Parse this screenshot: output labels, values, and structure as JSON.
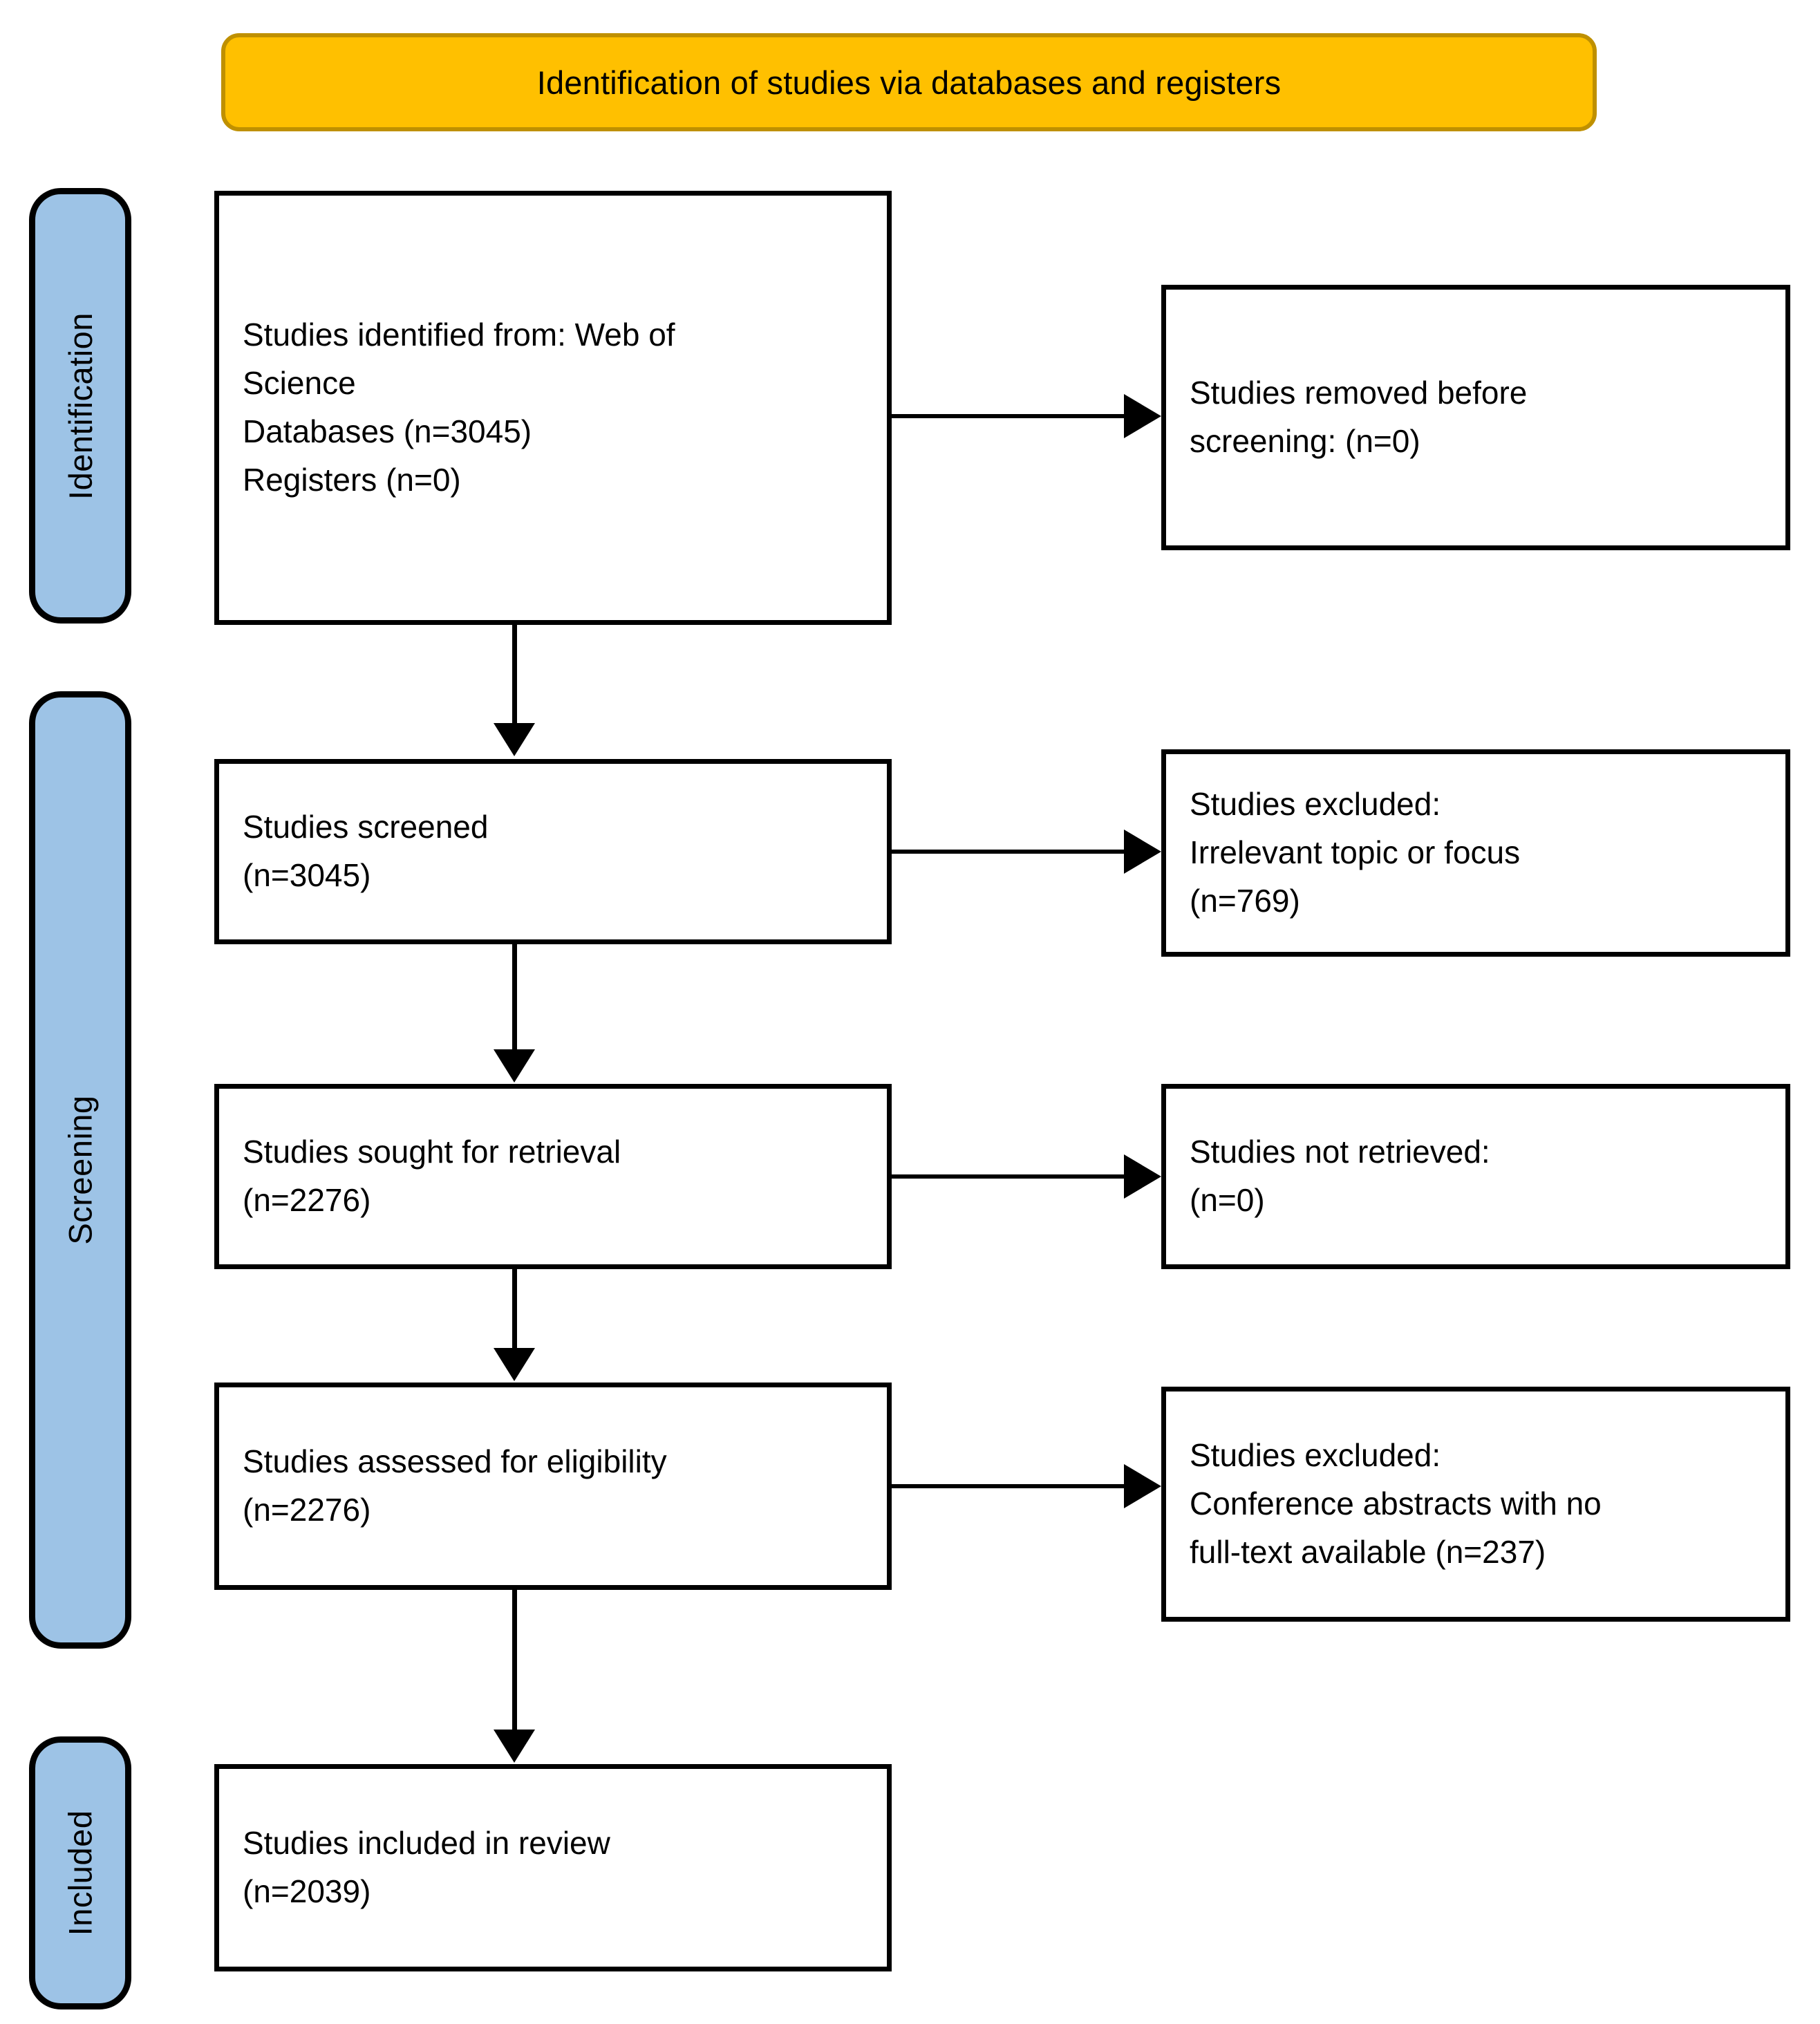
{
  "diagram": {
    "type": "prisma-flow-diagram",
    "banner": {
      "title": "Identification of studies via databases and registers",
      "fill_color": "#FFC000",
      "border_color": "#BF9000"
    },
    "stage_labels": {
      "identification": "Identification",
      "screening": "Screening",
      "included": "Included",
      "fill_color": "#9DC3E6",
      "border_color": "#000000"
    },
    "boxes": {
      "identified": {
        "lines": [
          "Studies identified from: Web of",
          "Science",
          "Databases (n=3045)",
          "Registers (n=0)"
        ]
      },
      "removed": {
        "lines": [
          "Studies removed before",
          "screening: (n=0)"
        ]
      },
      "screened": {
        "lines": [
          "Studies screened",
          "(n=3045)"
        ]
      },
      "excluded_topic": {
        "lines": [
          "Studies excluded:",
          "Irrelevant topic or focus",
          "(n=769)"
        ]
      },
      "sought": {
        "lines": [
          "Studies sought for retrieval",
          "(n=2276)"
        ]
      },
      "not_retrieved": {
        "lines": [
          "Studies not retrieved:",
          "(n=0)"
        ]
      },
      "assessed": {
        "lines": [
          "Studies assessed for eligibility",
          "(n=2276)"
        ]
      },
      "excluded_conference": {
        "lines": [
          "Studies excluded:",
          "Conference abstracts with no",
          "full-text available (n=237)"
        ]
      },
      "included": {
        "lines": [
          "Studies included in review",
          "(n=2039)"
        ]
      }
    },
    "counts": {
      "databases_identified": 3045,
      "registers_identified": 0,
      "removed_before_screening": 0,
      "screened": 3045,
      "excluded_irrelevant_topic": 769,
      "sought_for_retrieval": 2276,
      "not_retrieved": 0,
      "assessed_for_eligibility": 2276,
      "excluded_conference_abstracts": 237,
      "included_in_review": 2039
    }
  }
}
